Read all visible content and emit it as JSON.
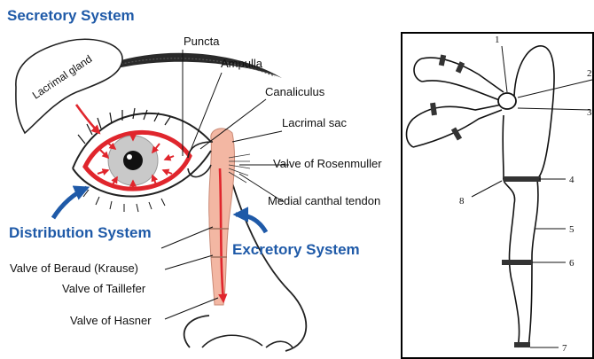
{
  "left_panel": {
    "titles": {
      "secretory": "Secretory System",
      "distribution": "Distribution System",
      "excretory": "Excretory System"
    },
    "gland_label": "Lacrimal gland",
    "labels": {
      "puncta": "Puncta",
      "ampulla": "Ampulla",
      "canaliculus": "Canaliculus",
      "lacrimal_sac": "Lacrimal sac",
      "valve_rosenmuller": "Valve of Rosenmuller",
      "medial_canthal_tendon": "Medial canthal tendon",
      "valve_beraud": "Valve of Beraud (Krause)",
      "valve_taillefer": "Valve of Taillefer",
      "valve_hasner": "Valve of Hasner"
    },
    "colors": {
      "title_blue": "#1f5aa8",
      "duct_fill": "#f3b7a3",
      "tear_arrow": "#e0262d",
      "iris": "#c9c9c9",
      "pupil": "#111111"
    }
  },
  "right_panel": {
    "numbers": [
      "1",
      "2",
      "3",
      "4",
      "5",
      "6",
      "7",
      "8"
    ]
  }
}
